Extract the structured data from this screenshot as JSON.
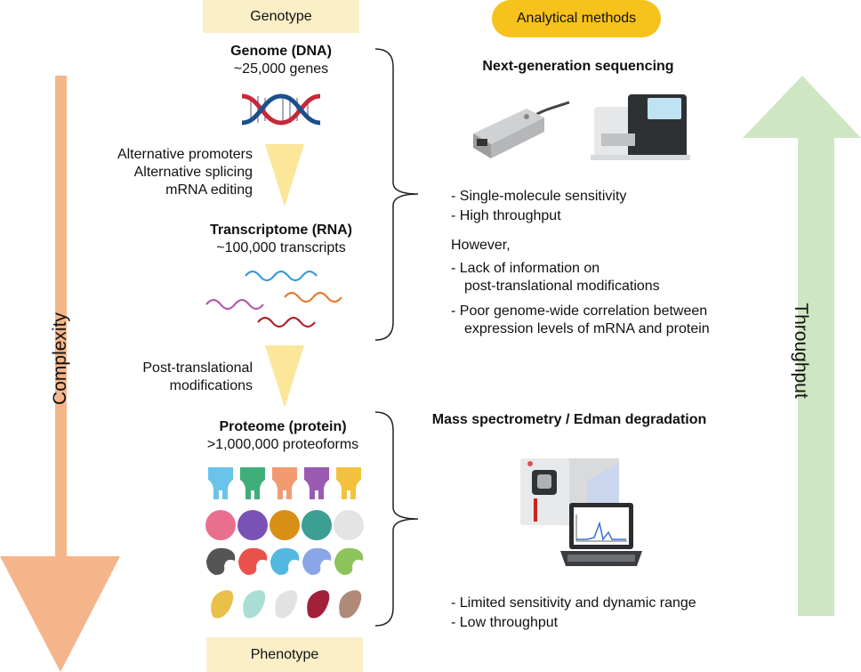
{
  "genotype_label": "Genotype",
  "phenotype_label": "Phenotype",
  "methods_badge": "Analytical methods",
  "complexity_label": "Complexity",
  "throughput_label": "Throughput",
  "genome": {
    "title": "Genome (DNA)",
    "subtitle": "~25,000 genes"
  },
  "transcriptome": {
    "title": "Transcriptome (RNA)",
    "subtitle": "~100,000 transcripts"
  },
  "proteome": {
    "title": "Proteome (protein)",
    "subtitle": ">1,000,000 proteoforms"
  },
  "step1": {
    "line1": "Alternative promoters",
    "line2": "Alternative splicing",
    "line3": "mRNA editing"
  },
  "step2": {
    "line1": "Post-translational",
    "line2": "modifications"
  },
  "ngs": {
    "title": "Next-generation sequencing",
    "pro1": "- Single-molecule sensitivity",
    "pro2": "- High throughput",
    "however": "However,",
    "con1a": "- Lack of information on",
    "con1b": "post-translational modifications",
    "con2a": "- Poor genome-wide correlation between",
    "con2b": "expression levels of mRNA and protein"
  },
  "ms": {
    "title": "Mass spectrometry / Edman degradation",
    "con1": "- Limited sensitivity and dynamic range",
    "con2": "- Low throughput"
  },
  "colors": {
    "cream": "#fbefc7",
    "badge": "#f7c21c",
    "complexity_arrow": "#f5b58a",
    "throughput_arrow": "#cfe6c4",
    "funnel": "#fbe69a"
  }
}
